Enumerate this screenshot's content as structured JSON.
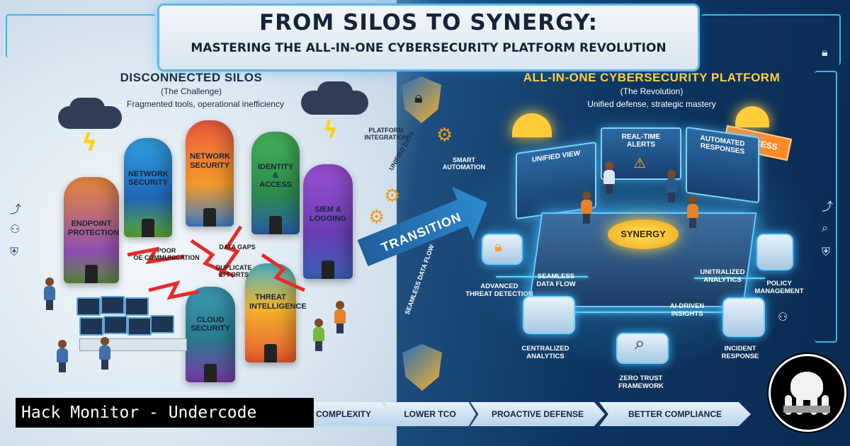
{
  "title": "FROM SILOS TO SYNERGY:",
  "subtitle": "MASTERING THE ALL-IN-ONE CYBERSECURITY PLATFORM REVOLUTION",
  "left": {
    "heading": "DISCONNECTED SILOS",
    "subheading": "(The Challenge)",
    "tagline": "Fragmented tools, operational inefficiency",
    "silos": [
      {
        "label": "ENDPOINT PROTECTION",
        "color": "#e9743a"
      },
      {
        "label": "NETWORK SECURITY",
        "color": "#2a78d0"
      },
      {
        "label": "NETWORK SECURITY",
        "color": "#e8523d"
      },
      {
        "label": "IDENTITY & ACCESS",
        "color": "#3a9d4a"
      },
      {
        "label": "SIEM & LOGGING",
        "color": "#7d48c8"
      },
      {
        "label": "THREAT INTELLIGENCE",
        "color": "#f1a933"
      },
      {
        "label": "CLOUD SECURITY",
        "color": "#2aa3a8"
      }
    ],
    "issues": {
      "poor_comm": "POOR\nOE COMMUNICATION",
      "data_gaps": "DATA GAPS",
      "duplicate": "DUPLICATE\nEFFORTS"
    }
  },
  "middle": {
    "platform_integration": "PLATFORM\nINTEGRATION",
    "unified_data": "UNIFIED DATA",
    "smart_automation": "SMART\nAUTOMATION",
    "transition": "TRANSITION",
    "seamless_data_flow": "SEAMLESS DATA FLOW"
  },
  "right": {
    "heading": "ALL-IN-ONE CYBERSECURITY PLATFORM",
    "subheading": "(The Revolution)",
    "tagline": "Unified defense, strategic mastery",
    "success": "SUCCESS",
    "synergy": "SYNERGY",
    "screens": {
      "unified_view": "UNIFIED VIEW",
      "real_time_alerts": "REAL-TIME\nALERTS",
      "automated_responses": "AUTOMATED\nRESPONSES"
    },
    "nodes": {
      "advanced_threat": "ADVANCED\nTHREAT DETECTION",
      "seamless_flow": "SEAMLESS\nDATA FLOW",
      "centralized_analytics_top": "UNITRALIZED\nANALYTICS",
      "policy_management": "POLICY\nMANAGEMENT",
      "ai_driven": "AI-DRIVEN\nINSIGHTS",
      "centralized_analytics": "CENTRALIZED\nANALYTICS",
      "incident_response": "INCIDENT\nRESPONSE",
      "zero_trust": "ZERO TRUST\nFRAMEWORK"
    }
  },
  "benefits": [
    "COMPLEXITY",
    "LOWER TCO",
    "PROACTIVE DEFENSE",
    "BETTER COMPLIANCE"
  ],
  "watermark": "Hack Monitor - Undercode",
  "colors": {
    "accent": "#5fd4ff",
    "gold": "#ffcf3f",
    "navy": "#0d3561"
  }
}
